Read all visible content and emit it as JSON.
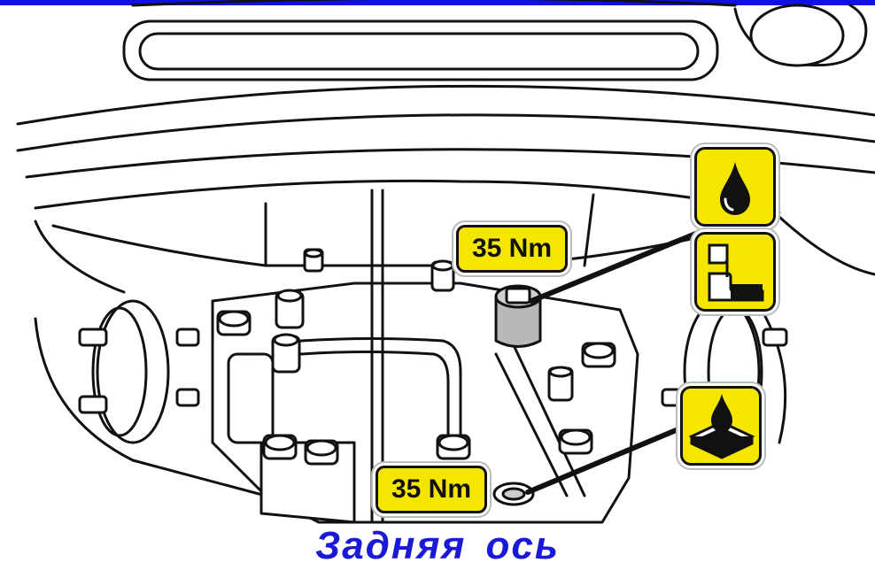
{
  "diagram": {
    "caption": "Задняя  ось",
    "caption_color": "#1a1ad6",
    "torque_top": "35 Nm",
    "torque_bottom": "35 Nm",
    "label_color": "#f5e600",
    "icons": [
      "oil-fill-icon",
      "oil-level-icon",
      "oil-drain-icon"
    ]
  }
}
